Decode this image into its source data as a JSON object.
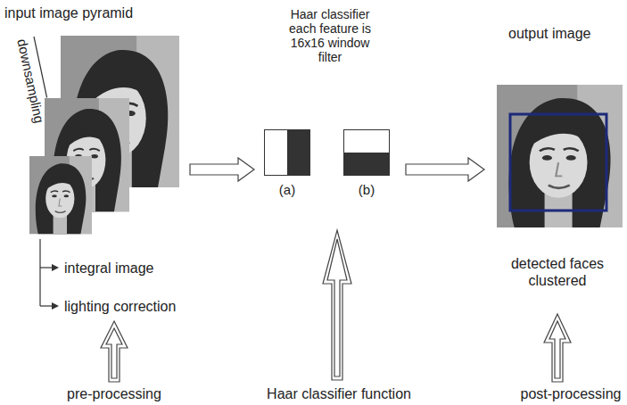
{
  "diagram": {
    "nodes": [
      {
        "text": [
          "input image pyramid"
        ]
      },
      {
        "text": [
          "Haar classifier each feature is 16x16 window filter"
        ]
      },
      {
        "text": [
          "(a)"
        ],
        "in": 1
      },
      {
        "text": [
          "(b)"
        ],
        "in": 1
      },
      {
        "text": [
          "output image"
        ]
      }
    ],
    "edges": [
      {
        "from": 0,
        "to": 1,
        "arrow": "to"
      },
      {
        "from": 1,
        "to": 4,
        "arrow": "to"
      }
    ],
    "labels": [
      "downsampling",
      "integral image",
      "lighting correction",
      "pre-processing",
      "Haar classifier function",
      "detected faces clustered",
      "post-processing"
    ]
  }
}
